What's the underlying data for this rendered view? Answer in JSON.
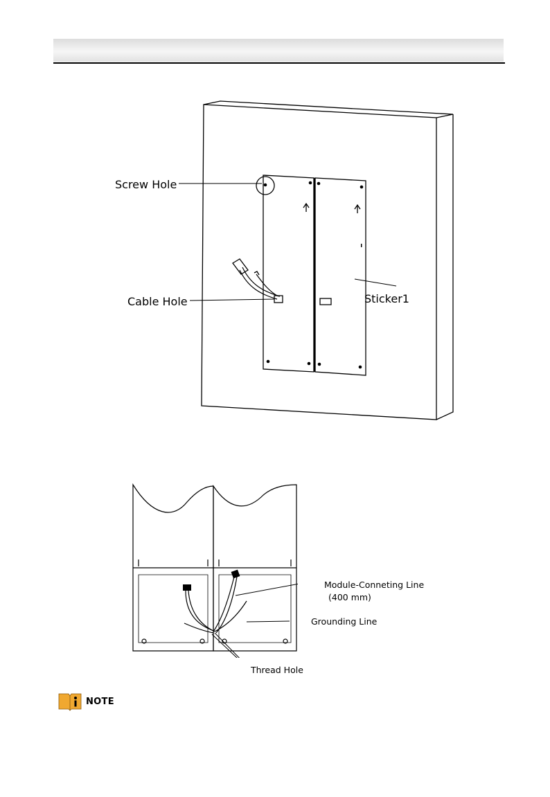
{
  "header": {
    "title": ""
  },
  "figure1": {
    "labels": {
      "screw_hole": "Screw Hole",
      "cable_hole": "Cable Hole",
      "sticker": "Sticker1"
    }
  },
  "figure2": {
    "labels": {
      "module_line": "Module-Conneting Line",
      "module_line_length": "(400 mm)",
      "grounding_line": "Grounding Line",
      "thread_hole": "Thread Hole"
    }
  },
  "note": {
    "label": "NOTE",
    "icon": "info-book-icon",
    "icon_color": "#f0a830"
  }
}
